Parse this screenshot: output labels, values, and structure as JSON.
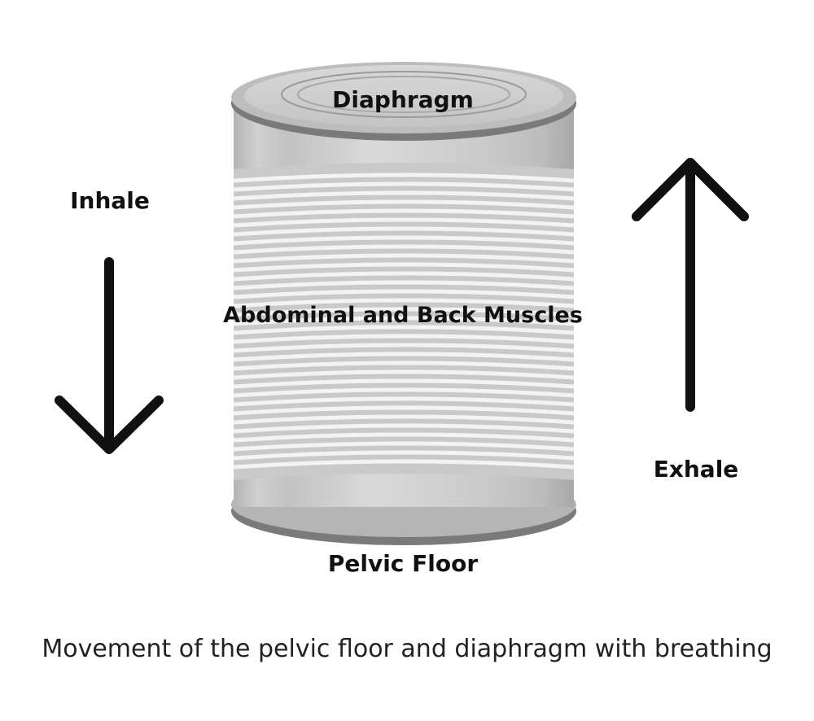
{
  "labels": {
    "top": "Diaphragm",
    "middle": "Abdominal and Back Muscles",
    "bottom": "Pelvic Floor",
    "left": "Inhale",
    "right": "Exhale"
  },
  "caption": "Movement of the pelvic floor and diaphragm with breathing",
  "arrows": {
    "left": "down-arrow-icon",
    "right": "up-arrow-icon"
  },
  "colors": {
    "arrow": "#111111",
    "can_body": "#c8c8c8",
    "can_rim": "#7d7d7d",
    "band_stripe": "#ffffff"
  }
}
